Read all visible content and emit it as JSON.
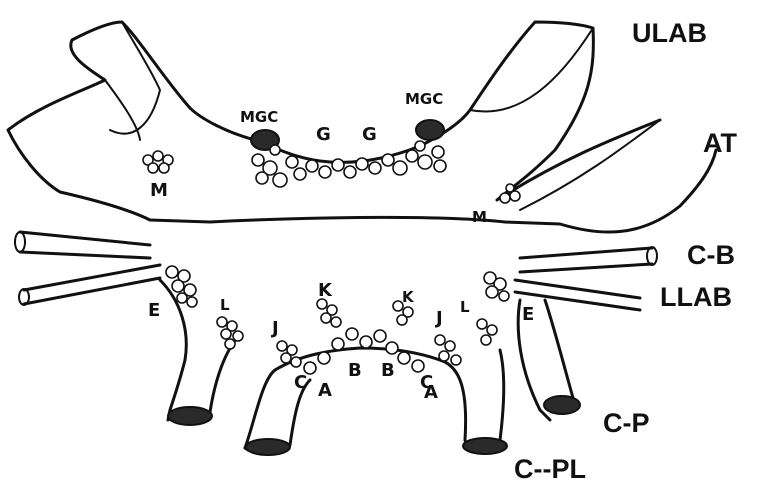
{
  "diagram": {
    "outer_labels": {
      "ulab": "ULAB",
      "at": "AT",
      "cb": "C-B",
      "llab": "LLAB",
      "cp": "C-P",
      "cpl": "C--PL"
    },
    "inner_labels": {
      "mgc_left": "MGC",
      "mgc_right": "MGC",
      "g_left": "G",
      "g_right": "G",
      "m_left": "M",
      "m_right": "M",
      "e_left": "E",
      "e_right": "E",
      "l_left": "L",
      "l_right": "L",
      "k_left": "K",
      "k_right": "K",
      "j_left": "J",
      "j_right": "J",
      "c_left": "C",
      "c_right": "C",
      "b_left": "B",
      "b_right": "B",
      "a_left": "A",
      "a_right": "A"
    }
  }
}
